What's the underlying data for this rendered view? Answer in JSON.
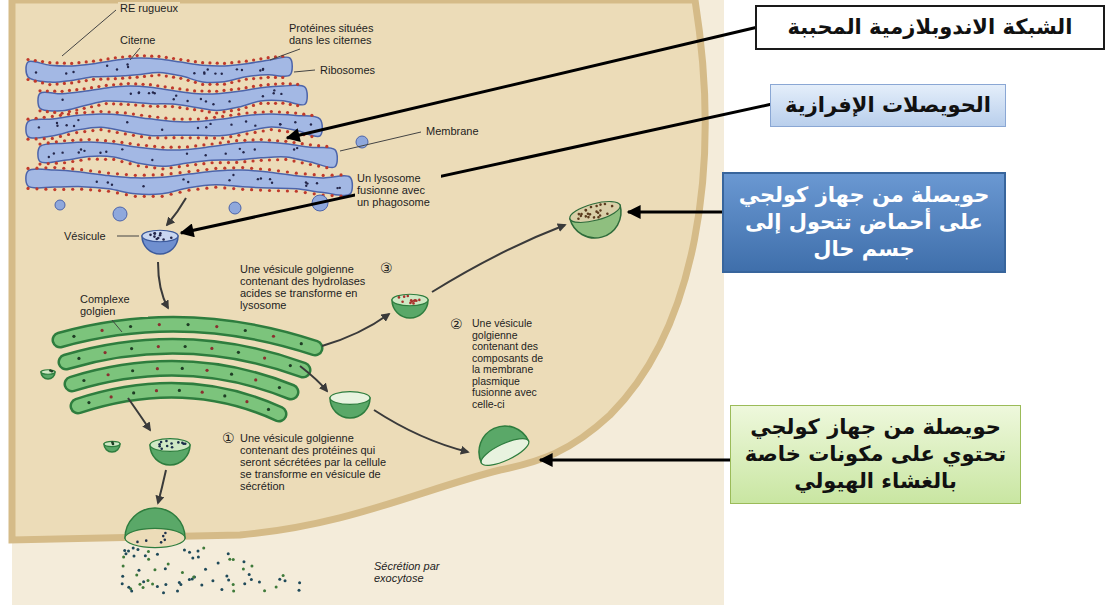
{
  "diagram": {
    "nodes": [
      {
        "text": [
          "الشبكة الاندوبلازمية المحببة"
        ]
      },
      {
        "text": [
          "الحويصلات الإفرازية"
        ]
      },
      {
        "text": [
          "حويصلة من جهاز كولجي على أحماض تتحول إلى جسم حال"
        ]
      },
      {
        "text": [
          "حويصلة من جهاز كولجي تحتوي على مكونات خاصة بالغشاء الهيولي"
        ]
      }
    ],
    "labels": [
      "RE rugueux",
      "Citerne",
      "Protéines situées dans les citernes",
      "Ribosomes",
      "Membrane",
      "Un lysosome fusionne avec un phagosome",
      "Vésicule",
      "③",
      "Une vésicule golgienne contenant des hydrolases acides se transforme en lysosome",
      "Complexe golgien",
      "②",
      "Une vésicule golgienne contenant des composants de la membrane plasmique fusionne avec celle-ci",
      "①",
      "Une vésicule golgienne contenant des protéines qui seront sécrétées par la cellule se transforme en vésicule de sécrétion",
      "Sécrétion par exocytose"
    ]
  }
}
